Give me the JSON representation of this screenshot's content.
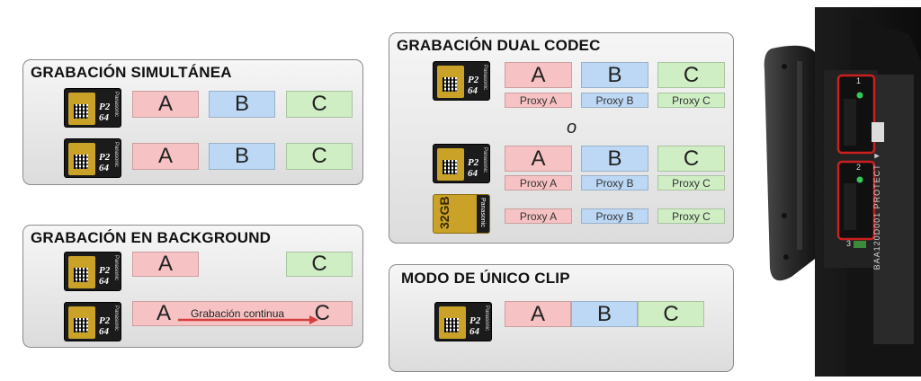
{
  "colors": {
    "clip_a": "#f7c2c3",
    "clip_b": "#bcd8f5",
    "clip_c": "#cfeec4",
    "highlight": "#cc1f1f",
    "arrow": "#d34040"
  },
  "panels": {
    "simultanea": {
      "title": "GRABACIÓN SIMULTÁNEA",
      "rows": [
        {
          "clips": [
            "A",
            "B",
            "C"
          ]
        },
        {
          "clips": [
            "A",
            "B",
            "C"
          ]
        }
      ]
    },
    "background": {
      "title": "GRABACIÓN EN BACKGROUND",
      "row1": [
        "A",
        "C"
      ],
      "row2": [
        "A",
        "C"
      ],
      "arrow_label": "Grabación continua"
    },
    "dual_codec": {
      "title": "GRABACIÓN DUAL CODEC",
      "row1_clips": [
        "A",
        "B",
        "C"
      ],
      "row1_proxies": [
        "Proxy A",
        "Proxy B",
        "Proxy C"
      ],
      "separator": "o",
      "row2_clips": [
        "A",
        "B",
        "C"
      ],
      "row2_proxies": [
        "Proxy A",
        "Proxy B",
        "Proxy C"
      ],
      "row3_proxies": [
        "Proxy A",
        "Proxy B",
        "Proxy C"
      ]
    },
    "unico_clip": {
      "title": "MODO DE ÚNICO CLIP",
      "clips": [
        "A",
        "B",
        "C"
      ]
    }
  },
  "cards": {
    "p2_label": "P2 64",
    "p2_brand": "Panasonic",
    "sd_capacity": "32GB",
    "sd_brand": "Panasonic"
  },
  "camera": {
    "slot1": "1",
    "slot2": "2",
    "slot3": "3",
    "serial": "BAA120D001 PROTECT ◄"
  }
}
